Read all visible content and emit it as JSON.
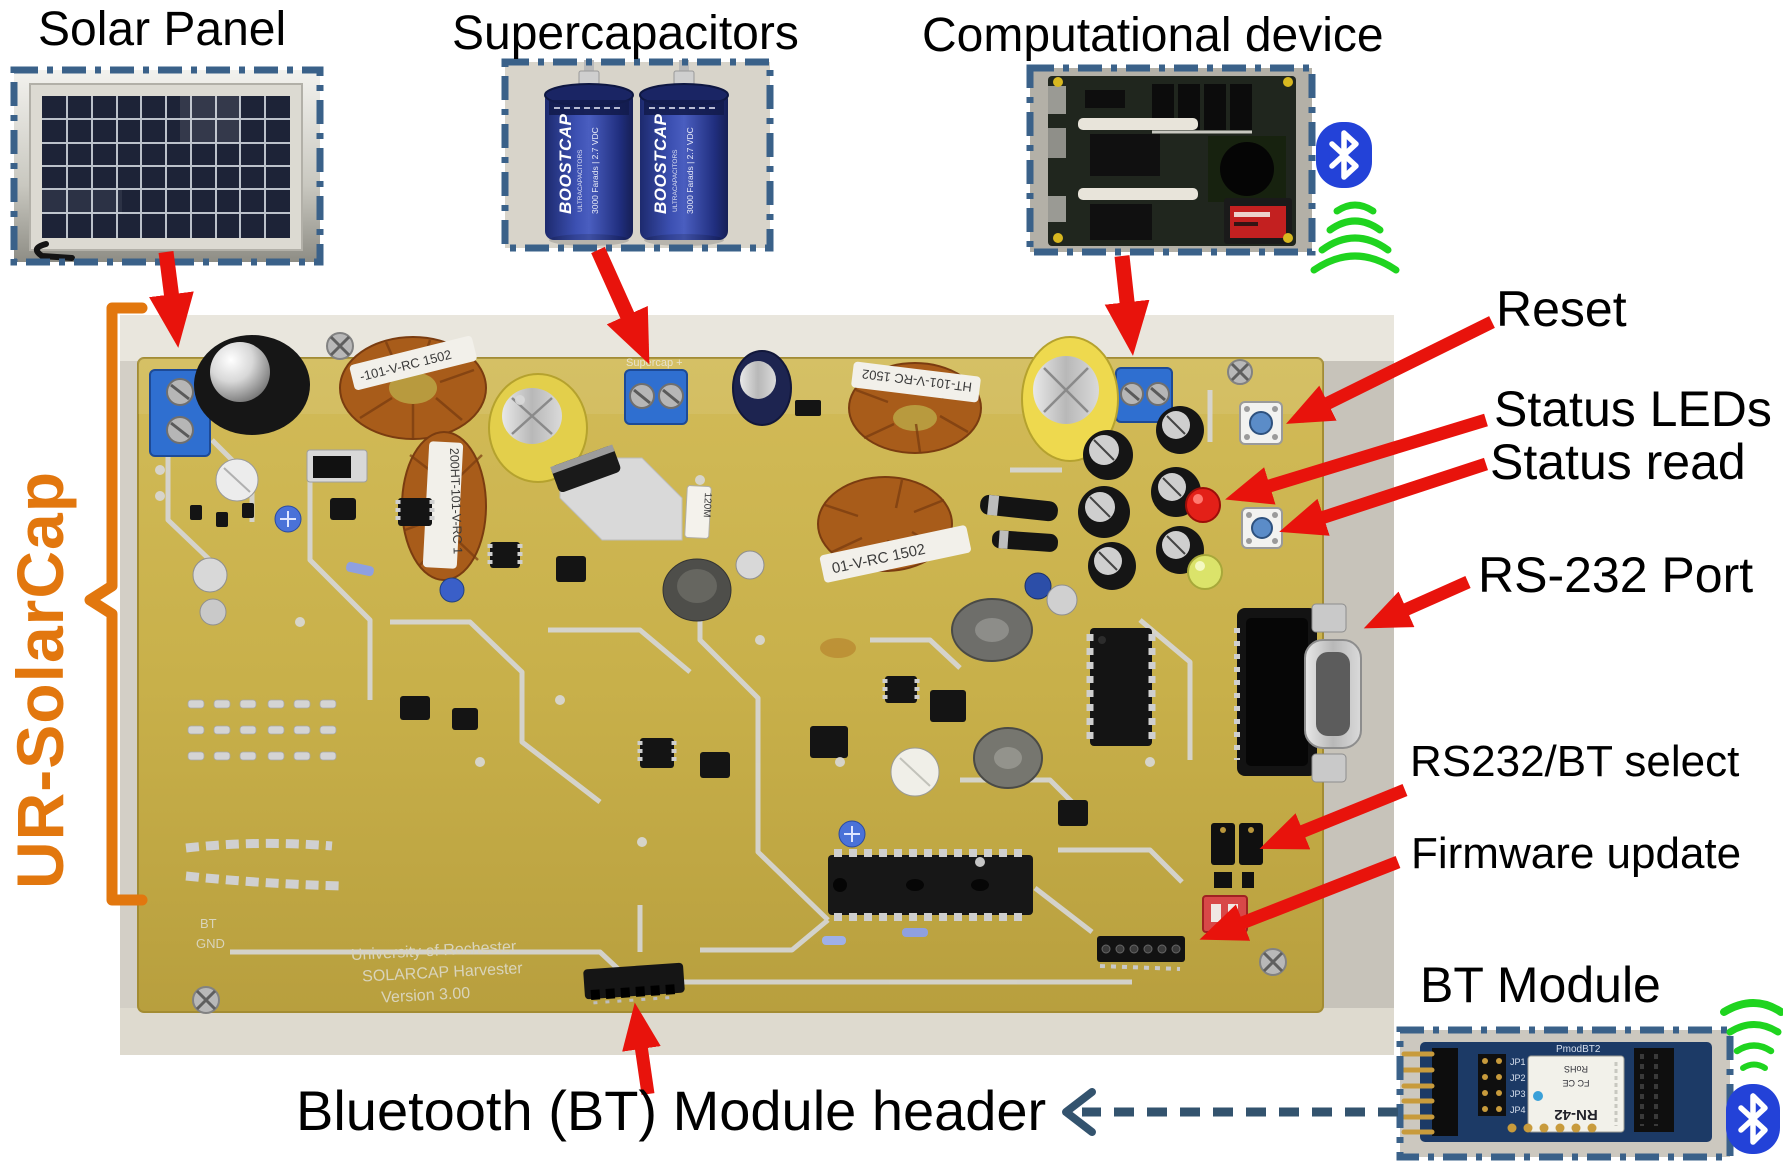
{
  "titles": {
    "solar_panel": "Solar Panel",
    "supercapacitors": "Supercapacitors",
    "computational_device": "Computational device"
  },
  "system_label": "UR-SolarCap",
  "callouts": {
    "reset": "Reset",
    "status_leds": "Status LEDs",
    "status_read": "Status read",
    "rs232_port": "RS-232 Port",
    "rs232_bt_select": "RS232/BT select",
    "firmware_update": "Firmware update",
    "bt_module": "BT Module",
    "bt_module_header": "Bluetooth (BT) Module header"
  },
  "pcb_silkscreen": {
    "org_line1": "University of Rochester",
    "org_line2": "SOLARCAP Harvester",
    "org_line3": "Version 3.00",
    "pad_bt": "BT",
    "pad_gnd": "GND",
    "supercap_plus": "Supercap +",
    "inductor1": "-101-V-RC 1502",
    "inductor2": "200HT-101-V-RC 1",
    "inductor3": "HT-101-V-RC 1502",
    "inductor4": "01-V-RC 1502",
    "resistor": "120M"
  },
  "supercapacitor": {
    "brand": "BOOSTCAP",
    "series": "ULTRACAPACITORS",
    "rating": "3000 Farads | 2.7 VDC"
  },
  "bt_module": {
    "board_name": "PmodBT2",
    "chip_name": "RN-42",
    "cert1": "RoHS",
    "cert2": "FC  CE",
    "jp1": "JP1",
    "jp2": "JP2",
    "jp3": "JP3",
    "jp4": "JP4"
  },
  "colors": {
    "annotation_red": "#e8130c",
    "label_orange": "#e2770e",
    "inset_border_blue": "#3a6189",
    "dashed_arrow_blue": "#33536e",
    "pcb_yellow": "#c9b14d",
    "bluetooth_blue": "#2342d8",
    "signal_green": "#1fd41f"
  }
}
